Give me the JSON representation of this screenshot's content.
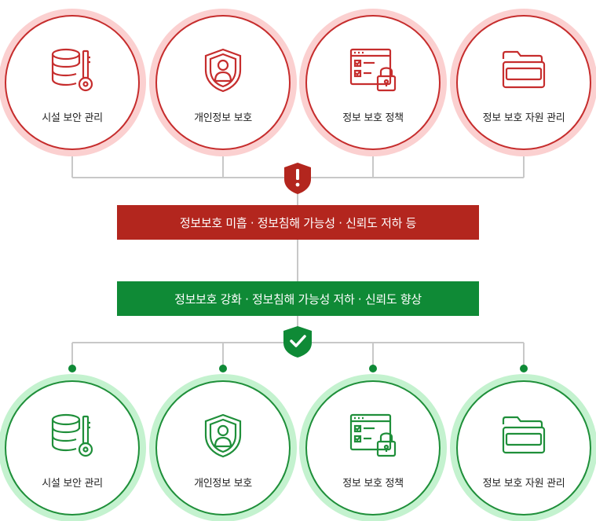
{
  "colors": {
    "warning": "#b3261e",
    "positive": "#0f8a36"
  },
  "top_items": [
    {
      "label": "시설 보안 관리",
      "icon": "database-key-icon"
    },
    {
      "label": "개인정보 보호",
      "icon": "shield-user-icon"
    },
    {
      "label": "정보 보호 정책",
      "icon": "checklist-lock-icon"
    },
    {
      "label": "정보 보호 자원 관리",
      "icon": "folder-password-icon"
    }
  ],
  "warning_banner": "정보보호 미흡 · 정보침해 가능성 · 신뢰도 저하 등",
  "positive_banner": "정보보호 강화 · 정보침해 가능성 저하 · 신뢰도 향상",
  "bottom_items": [
    {
      "label": "시설 보안 관리",
      "icon": "database-key-icon"
    },
    {
      "label": "개인정보 보호",
      "icon": "shield-user-icon"
    },
    {
      "label": "정보 보호 정책",
      "icon": "checklist-lock-icon"
    },
    {
      "label": "정보 보호 자원 관리",
      "icon": "folder-password-icon"
    }
  ]
}
